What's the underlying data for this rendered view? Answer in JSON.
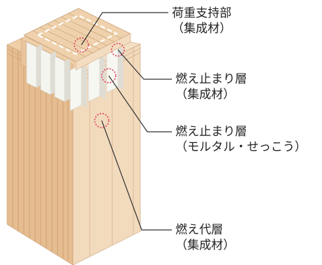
{
  "labels": {
    "load_bearing": {
      "title": "荷重支持部",
      "sub": "（集成材）"
    },
    "fire_stop_laminated": {
      "title": "燃え止まり層",
      "sub": "（集成材）"
    },
    "fire_stop_mortar": {
      "title": "燃え止まり層",
      "sub": "（モルタル・せっこう）"
    },
    "char_layer": {
      "title": "燃え代層",
      "sub": "（集成材）"
    }
  },
  "colors": {
    "wood_top": "#efd3b1",
    "wood_left": "#e7bf94",
    "wood_right": "#f3dcc0",
    "wood_groove": "#c79a6c",
    "plaster": "#f4f4ef",
    "plaster_shade": "#dcdcd4",
    "marker": "#e0405a",
    "leader": "#333333"
  }
}
